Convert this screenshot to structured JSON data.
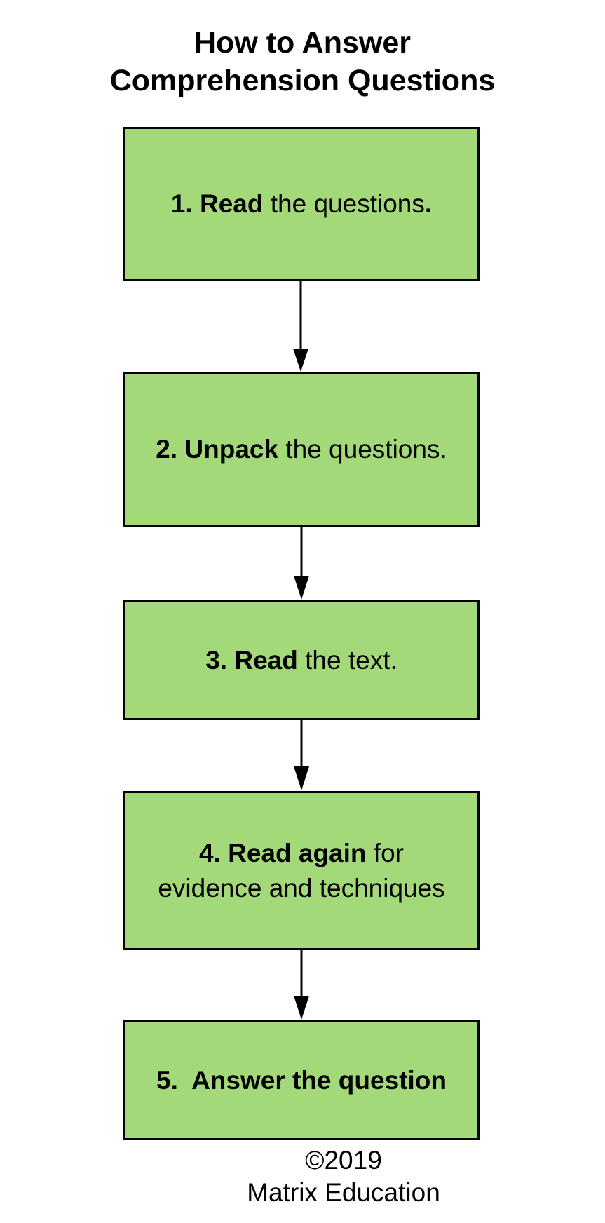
{
  "title": {
    "line1": "How to Answer",
    "line2": "Comprehension Questions"
  },
  "colors": {
    "box_fill": "#a4d97a",
    "border": "#000000",
    "text": "#000000",
    "background": "#ffffff"
  },
  "steps": [
    {
      "number": "1.",
      "bold": "Read",
      "rest": " the questions",
      "tail": "."
    },
    {
      "number": "2.",
      "bold": "Unpack",
      "rest": " the questions."
    },
    {
      "number": "3.",
      "bold": "Read",
      "rest": " the text."
    },
    {
      "number": "4.",
      "bold": "Read again",
      "rest": " for",
      "line2": "evidence and techniques"
    },
    {
      "text": "5.  Answer the question"
    }
  ],
  "footer": {
    "copyright": "©2019",
    "org": "Matrix Education"
  }
}
